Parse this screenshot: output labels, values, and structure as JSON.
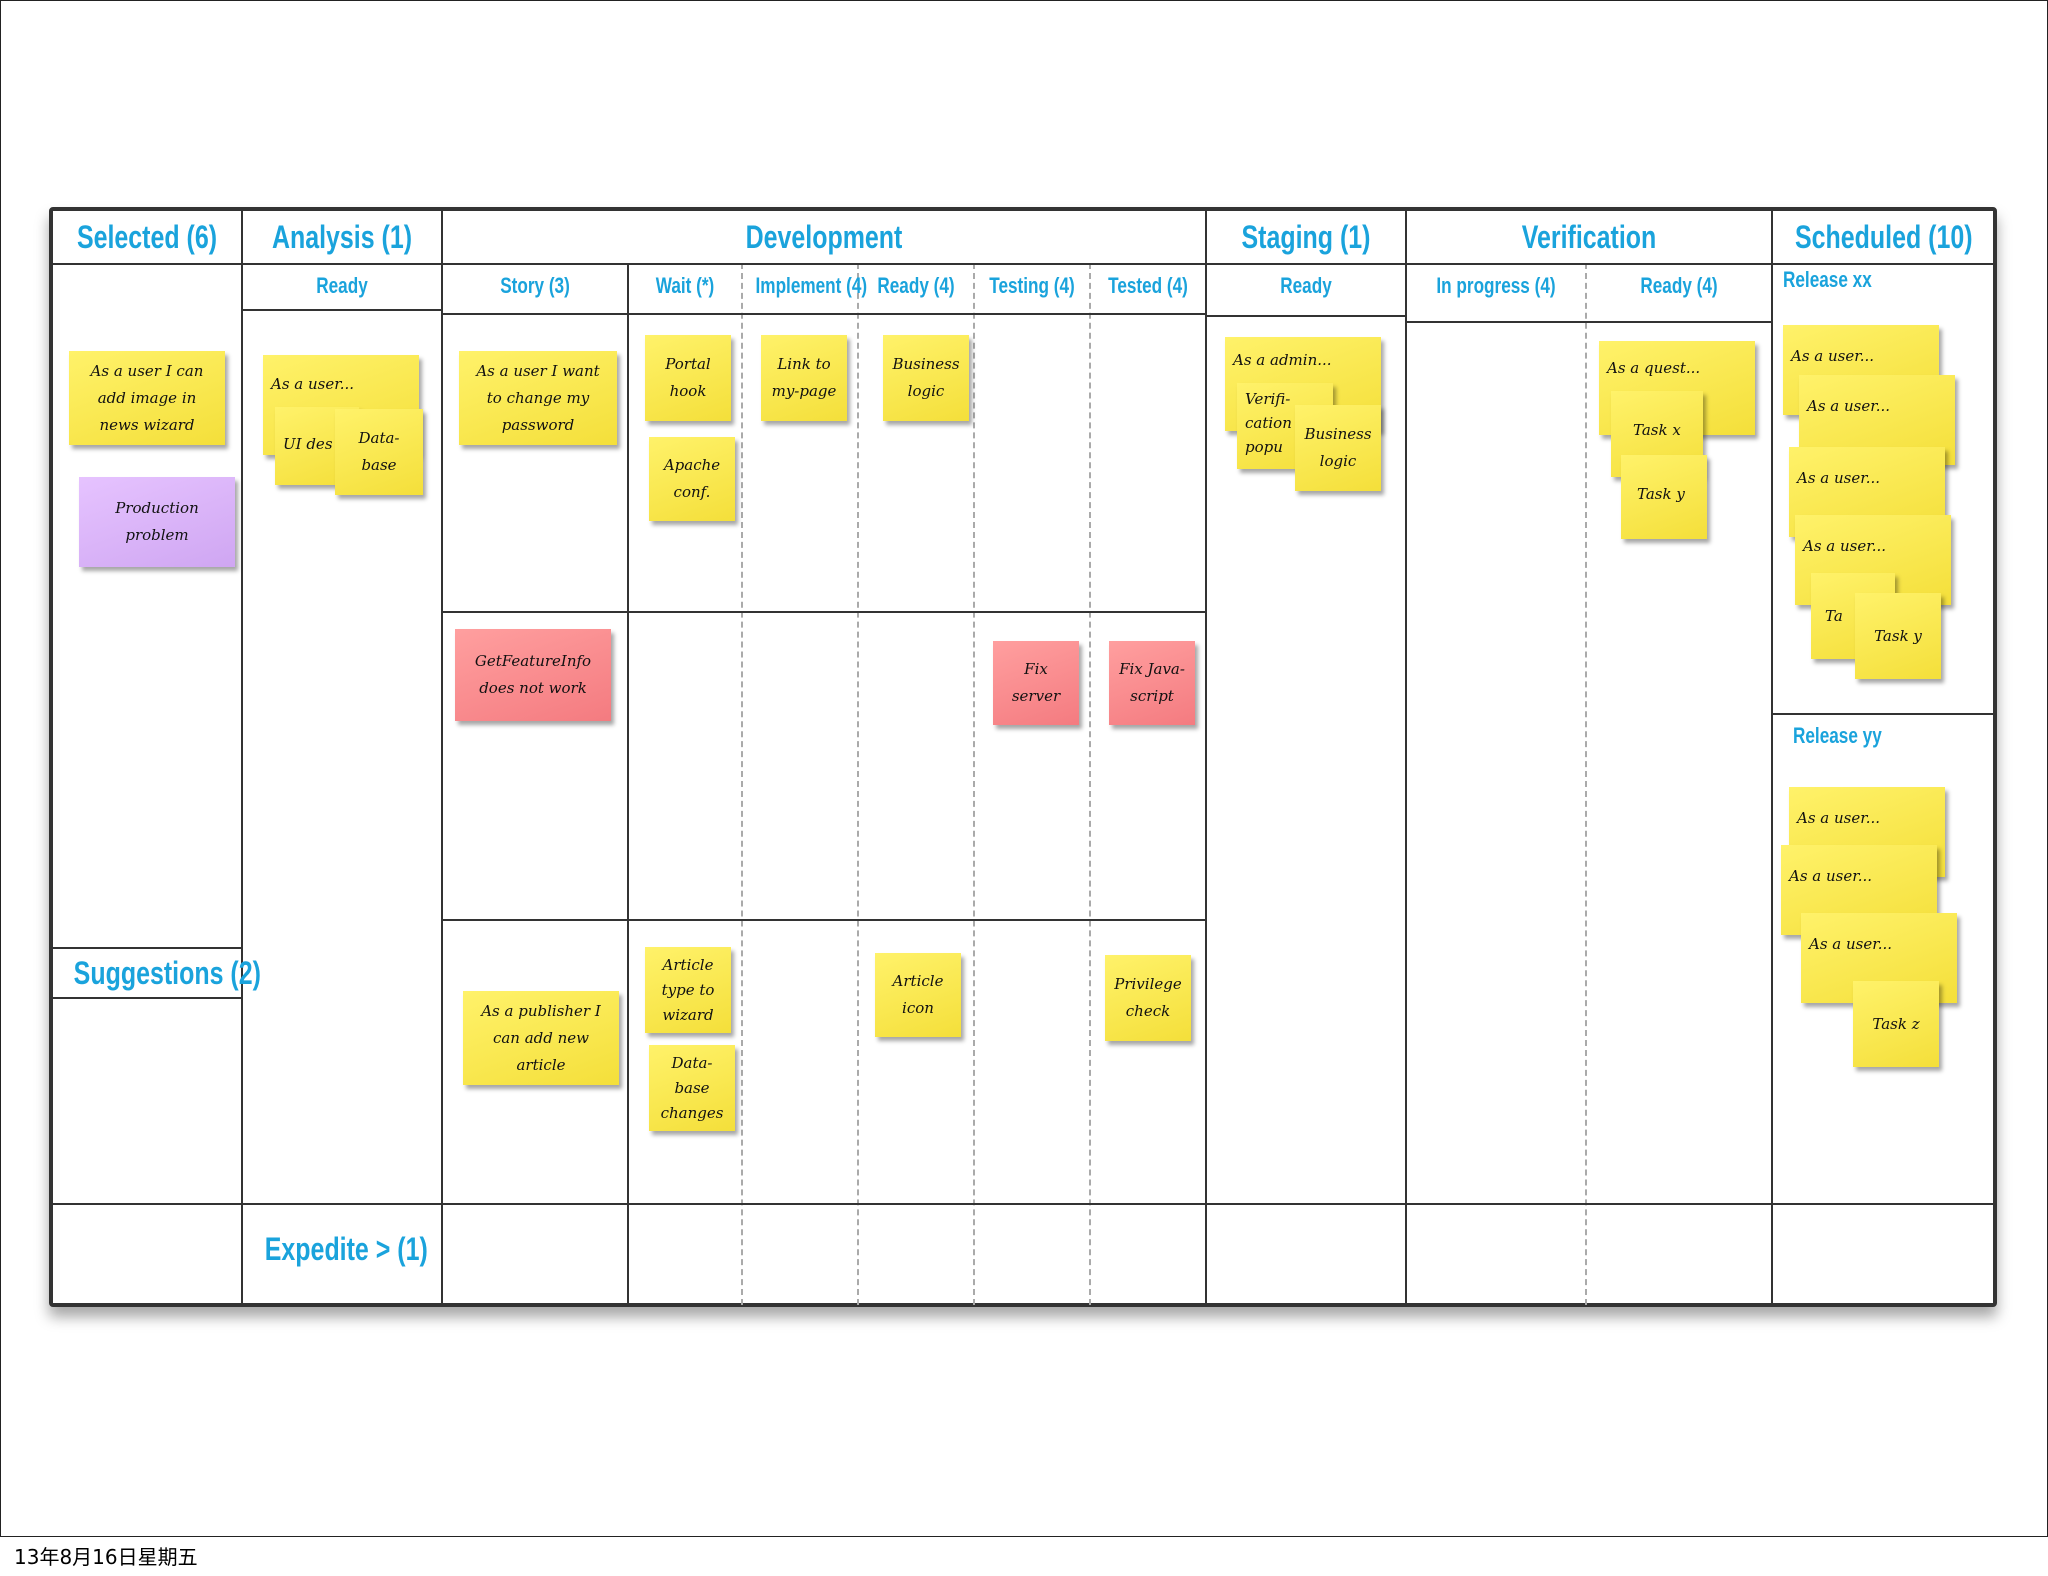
{
  "board": {
    "columns": {
      "selected": "Selected (6)",
      "analysis": "Analysis (1)",
      "development": "Development",
      "staging": "Staging (1)",
      "verification": "Verification",
      "scheduled": "Scheduled (10)"
    },
    "subcolumns": {
      "analysis_ready": "Ready",
      "story": "Story (3)",
      "wait": "Wait (*)",
      "implement": "Implement (4)",
      "dev_ready": "Ready (4)",
      "testing": "Testing (4)",
      "tested": "Tested (4)",
      "staging_ready": "Ready",
      "in_progress": "In progress (4)",
      "verif_ready": "Ready (4)",
      "release_xx": "Release xx",
      "release_yy": "Release yy"
    },
    "suggestions": "Suggestions (2)",
    "expedite": "Expedite > (1)"
  },
  "notes": {
    "n1": "As a user I can add image in news wizard",
    "n2": "Production problem",
    "n3": "As a user...",
    "n4": "UI des",
    "n5": "Data-base",
    "n6": "As a user I want to change my password",
    "n7": "Portal hook",
    "n8": "Apache conf.",
    "n9": "Link to my-page",
    "n10": "Business logic",
    "n11": "As a admin...",
    "n12": "Verifi-cation popu",
    "n13": "Business logic",
    "n14": "As a quest...",
    "n15": "Task x",
    "n16": "Task y",
    "n17": "GetFeatureInfo does not work",
    "n18": "Fix server",
    "n19": "Fix Java-script",
    "n20": "As a publisher I can add new article",
    "n21": "Article type to wizard",
    "n22": "Data-base changes",
    "n23": "Article icon",
    "n24": "Privilege check",
    "s1": "As a user...",
    "s2": "As a user...",
    "s3": "As a user...",
    "s4": "As a user...",
    "s5": "Ta",
    "s6": "Task y",
    "s7": "As a user...",
    "s8": "As a user...",
    "s9": "As a user...",
    "s10": "Task z"
  },
  "footer": {
    "date": "13年8月16日星期五"
  },
  "colors": {
    "header_blue": "#1aa3dc",
    "sticky_yellow": "#f4df3a",
    "sticky_red": "#f47b80",
    "sticky_purple": "#cfa6f2"
  }
}
